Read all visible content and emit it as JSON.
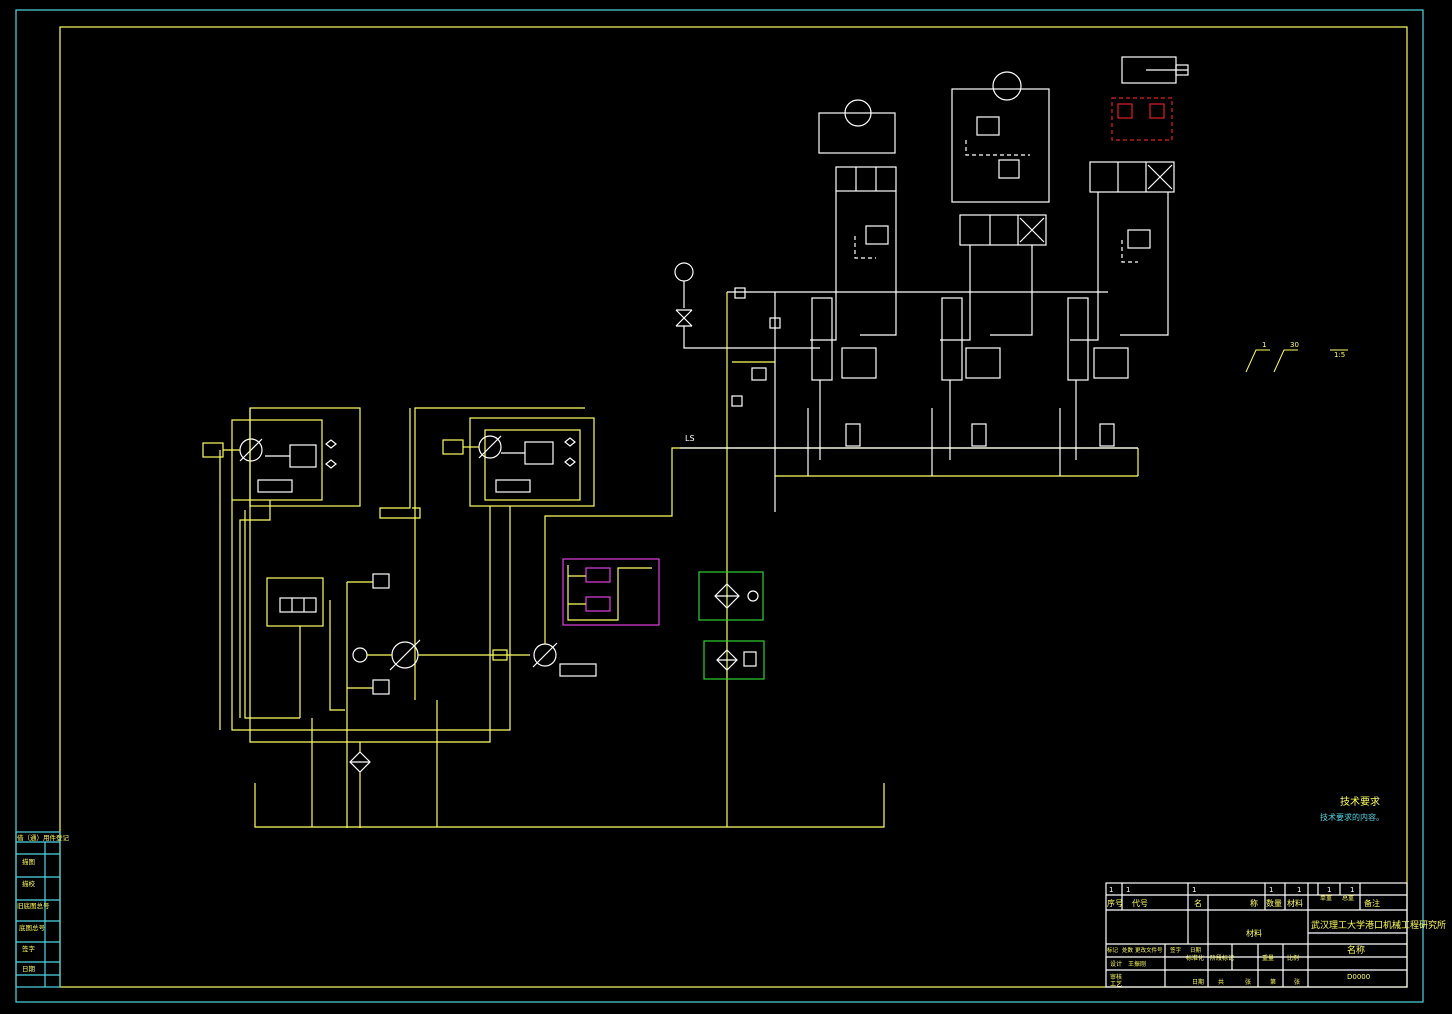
{
  "drawing": {
    "tech_req_title": "技术要求",
    "tech_req_note": "技术要求的内容。",
    "ls_label": "LS",
    "roughness": [
      "1",
      "30",
      "1:5"
    ],
    "colors": {
      "background": "#000000",
      "frame": "#4fd6e6",
      "hydraulic_line": "#ffff60",
      "component": "#ffffff",
      "filter_block": "#2fd02f",
      "valve_block": "#e040e0",
      "cylinder_valve": "#e02020"
    }
  },
  "left_strip": {
    "labels": [
      "借（通）用件登记",
      "描图",
      "描校",
      "旧底图总号",
      "底图总号",
      "签字",
      "日期"
    ]
  },
  "title_block": {
    "header_row": [
      "序号",
      "代号",
      "名",
      "称",
      "数量",
      "材料",
      "单重",
      "总重",
      "备注"
    ],
    "top_numbers": [
      "1",
      "1",
      "1",
      "1",
      "1",
      "1",
      "1"
    ],
    "material": "材料",
    "institute": "武汉理工大学港口机械工程研究所",
    "name_label": "名称",
    "drawing_no": "D0000",
    "sign_row": [
      "标记",
      "处数",
      "更改文件号",
      "签字",
      "日期"
    ],
    "design": "设计",
    "designer": "王振刚",
    "standardize": "标准化",
    "check": "审核",
    "process": "工艺",
    "date": "日期",
    "stage_row": [
      "阶段标记",
      "重量",
      "比例"
    ],
    "sheet_row": [
      "共",
      "张",
      "第",
      "张"
    ]
  }
}
